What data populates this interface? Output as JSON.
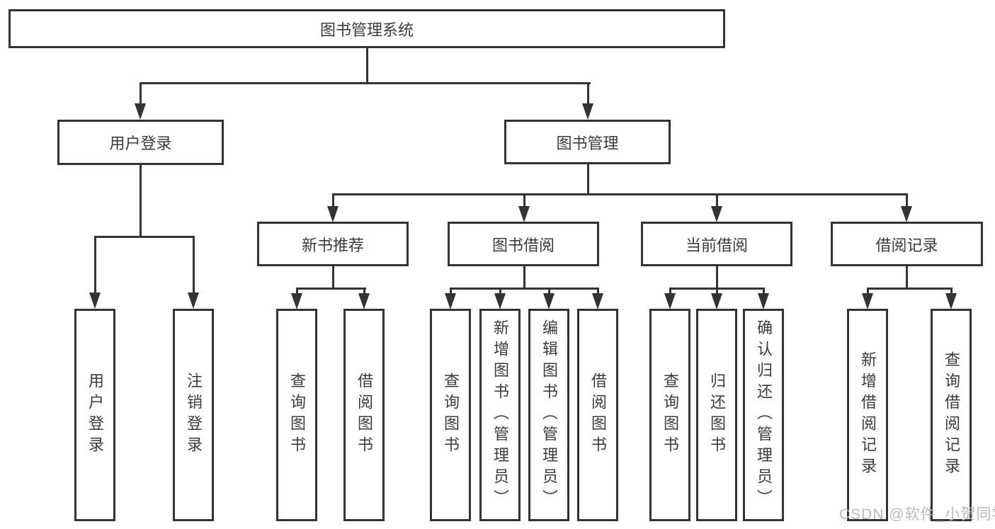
{
  "diagram": {
    "title": "图书管理系统",
    "type": "hierarchy-tree",
    "colors": {
      "line": "#333333",
      "text": "#3b3b3b",
      "watermark": "#b8b8b8",
      "background": "#ffffff"
    },
    "nodes": {
      "root": "图书管理系统",
      "user_login": "用户登录",
      "book_mgmt": "图书管理",
      "new_book_rec": "新书推荐",
      "book_borrow": "图书借阅",
      "current_borrow": "当前借阅",
      "borrow_record": "借阅记录",
      "leaf_user_login": "用户登录",
      "leaf_logout": "注销登录",
      "leaf_rec_query": "查询图书",
      "leaf_rec_borrow": "借阅图书",
      "leaf_bb_query": "查询图书",
      "leaf_bb_add": "新增图书（管理员）",
      "leaf_bb_edit": "编辑图书（管理员）",
      "leaf_bb_borrow": "借阅图书",
      "leaf_cb_query": "查询图书",
      "leaf_cb_return": "归还图书",
      "leaf_cb_confirm": "确认归还（管理员）",
      "leaf_br_add": "新增借阅记录",
      "leaf_br_query": "查询借阅记录"
    },
    "watermark": "CSDN @软件_小贺同学"
  }
}
